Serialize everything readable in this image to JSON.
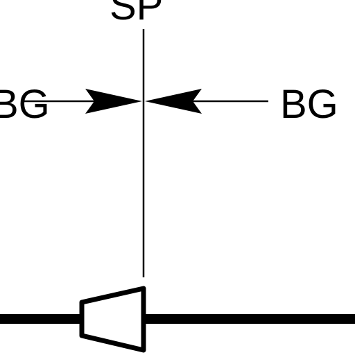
{
  "diagram": {
    "labels": {
      "top": "SP",
      "left": "BG",
      "right": "BG"
    },
    "colors": {
      "background": "#ffffff",
      "ink": "#000000"
    }
  }
}
